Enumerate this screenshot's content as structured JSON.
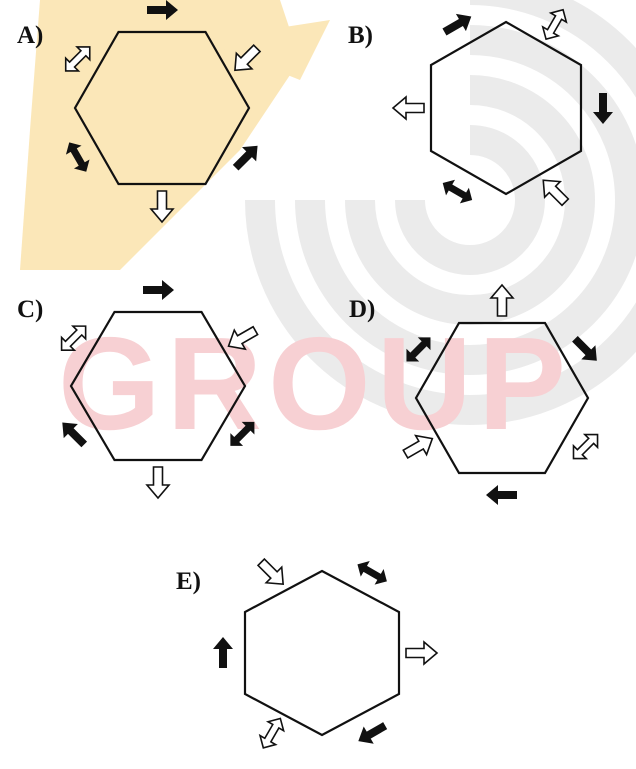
{
  "colors": {
    "ink": "#111111",
    "watermark_gold": "#fbe7b8",
    "watermark_grey": "#ebebeb",
    "watermark_pink": "#f7d0d3"
  },
  "watermark": {
    "text": "GROUP"
  },
  "options": [
    {
      "label": "A)",
      "arrows": [
        {
          "edge": "top",
          "style": "solid-single"
        },
        {
          "edge": "upper-left",
          "style": "hollow-double"
        },
        {
          "edge": "upper-right",
          "style": "hollow-single"
        },
        {
          "edge": "lower-left",
          "style": "solid-double"
        },
        {
          "edge": "lower-right",
          "style": "solid-single"
        },
        {
          "edge": "bottom",
          "style": "hollow-single"
        }
      ]
    },
    {
      "label": "B)",
      "arrows": [
        {
          "edge": "upper-left",
          "style": "solid-single"
        },
        {
          "edge": "upper-right",
          "style": "hollow-double"
        },
        {
          "edge": "left",
          "style": "hollow-single"
        },
        {
          "edge": "right",
          "style": "solid-single"
        },
        {
          "edge": "lower-left",
          "style": "solid-double"
        },
        {
          "edge": "lower-right",
          "style": "hollow-single"
        }
      ]
    },
    {
      "label": "C)",
      "arrows": [
        {
          "edge": "top",
          "style": "solid-single"
        },
        {
          "edge": "upper-left",
          "style": "hollow-double"
        },
        {
          "edge": "upper-right",
          "style": "hollow-single"
        },
        {
          "edge": "lower-left",
          "style": "solid-single"
        },
        {
          "edge": "lower-right",
          "style": "solid-double"
        },
        {
          "edge": "bottom",
          "style": "hollow-single"
        }
      ]
    },
    {
      "label": "D)",
      "arrows": [
        {
          "edge": "top",
          "style": "hollow-single"
        },
        {
          "edge": "upper-left",
          "style": "solid-double"
        },
        {
          "edge": "upper-right",
          "style": "solid-single"
        },
        {
          "edge": "lower-left",
          "style": "hollow-single"
        },
        {
          "edge": "lower-right",
          "style": "hollow-double"
        },
        {
          "edge": "bottom",
          "style": "solid-single"
        }
      ]
    },
    {
      "label": "E)",
      "arrows": [
        {
          "edge": "upper-left",
          "style": "hollow-single"
        },
        {
          "edge": "upper-right",
          "style": "solid-double"
        },
        {
          "edge": "left",
          "style": "solid-single"
        },
        {
          "edge": "right",
          "style": "hollow-single"
        },
        {
          "edge": "lower-left",
          "style": "hollow-double"
        },
        {
          "edge": "lower-right",
          "style": "solid-single"
        }
      ]
    }
  ]
}
